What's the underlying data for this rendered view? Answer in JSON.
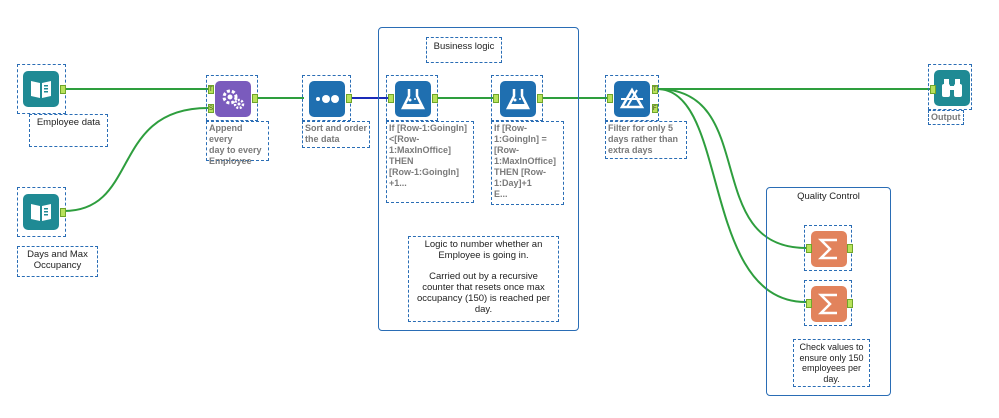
{
  "tools": {
    "employee_data": {
      "label": "Employee data",
      "icon": "book-icon"
    },
    "days_max": {
      "label": "Days and Max Occupancy",
      "icon": "book-icon"
    },
    "append": {
      "label": "Append every\nday to every\nEmployee",
      "icon": "gears-icon"
    },
    "sort": {
      "label": "Sort and order\nthe data",
      "icon": "dots-icon"
    },
    "formula1": {
      "label": "If [Row-1:GoingIn]\n<[Row-\n1:MaxInOffice]\nTHEN\n[Row-1:GoingIn]\n+1...",
      "icon": "flask-icon"
    },
    "formula2": {
      "label": "If [Row-\n1:GoingIn] =\n[Row-\n1:MaxInOffice]\nTHEN [Row-\n1:Day]+1\nE...",
      "icon": "flask-icon"
    },
    "filter": {
      "label": "Filter for only 5\ndays rather than\nextra days",
      "icon": "filter-icon",
      "true_anchor": "T",
      "false_anchor": "F"
    },
    "output": {
      "label": "Output",
      "icon": "binoculars-icon"
    },
    "summarize1": {
      "icon": "sigma-icon"
    },
    "summarize2": {
      "icon": "sigma-icon"
    },
    "append_anchor_t": "T",
    "append_anchor_s": "S"
  },
  "containers": {
    "business_logic": {
      "title": "Business logic"
    },
    "quality_control": {
      "title": "Quality Control"
    }
  },
  "comments": {
    "logic_note_1": "Logic to number whether an Employee is going in.",
    "logic_note_2": "Carried out by a recursive counter that resets once max occupancy (150) is reached per day.",
    "qc_note": "Check values to ensure only 150 employees per day."
  },
  "colors": {
    "wire": "#2e9e3e",
    "wire_selected": "#1a2bb8",
    "container_border": "#2a6db5",
    "teal": "#1f8a94",
    "blue": "#1f6fb0",
    "purple": "#7a5bbd",
    "salmon": "#e2835c",
    "anchor": "#b8e25b"
  }
}
